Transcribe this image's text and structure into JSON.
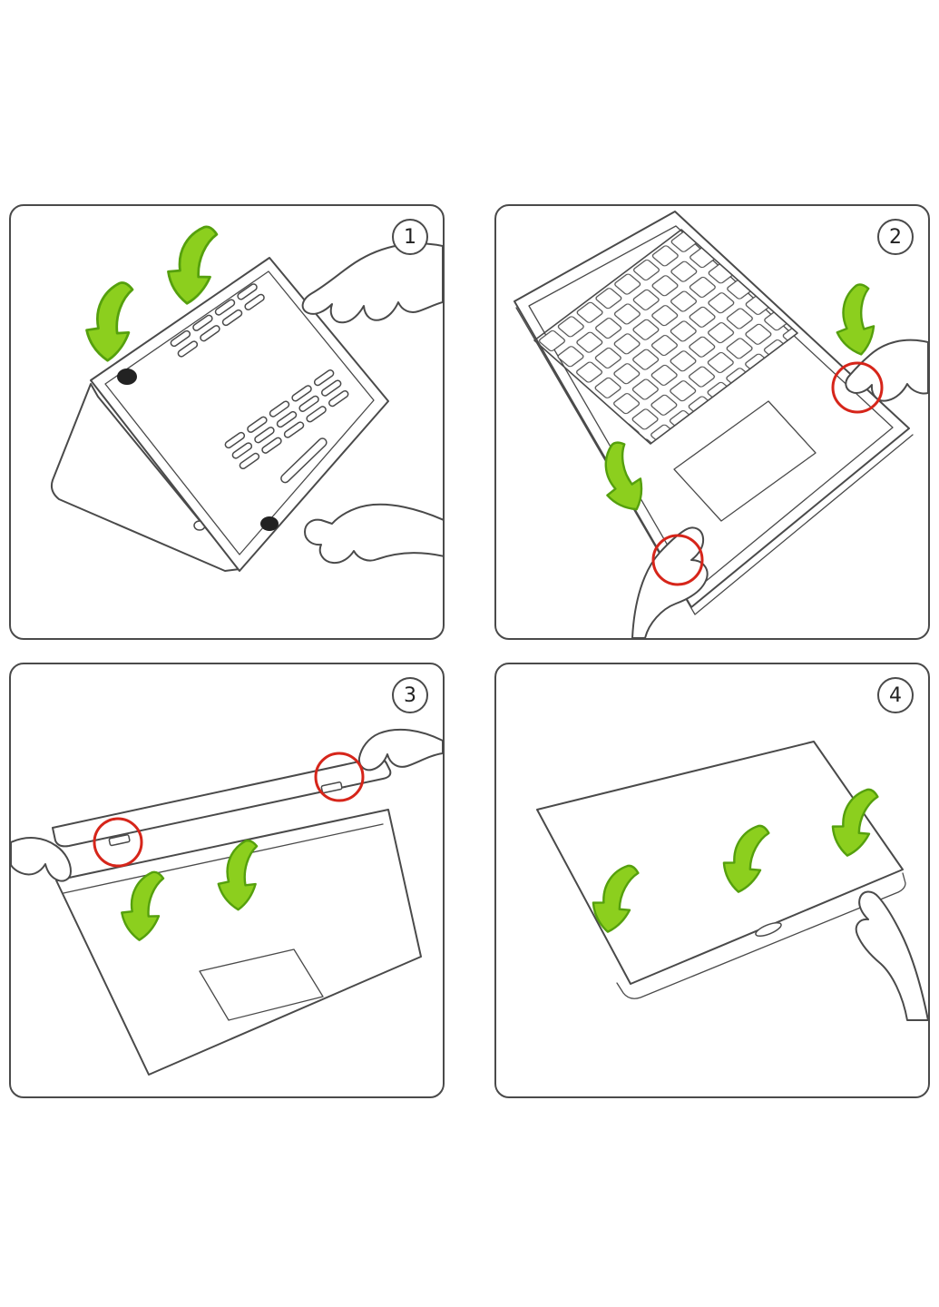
{
  "colors": {
    "background": "#ffffff",
    "line": "#4a4a4a",
    "panel_border": "#4a4a4a",
    "arrow_green": "#8ccf1e",
    "arrow_green_dark": "#55a00d",
    "highlight_red": "#d6251a"
  },
  "panels": [
    {
      "number": "1"
    },
    {
      "number": "2"
    },
    {
      "number": "3"
    },
    {
      "number": "4"
    }
  ]
}
